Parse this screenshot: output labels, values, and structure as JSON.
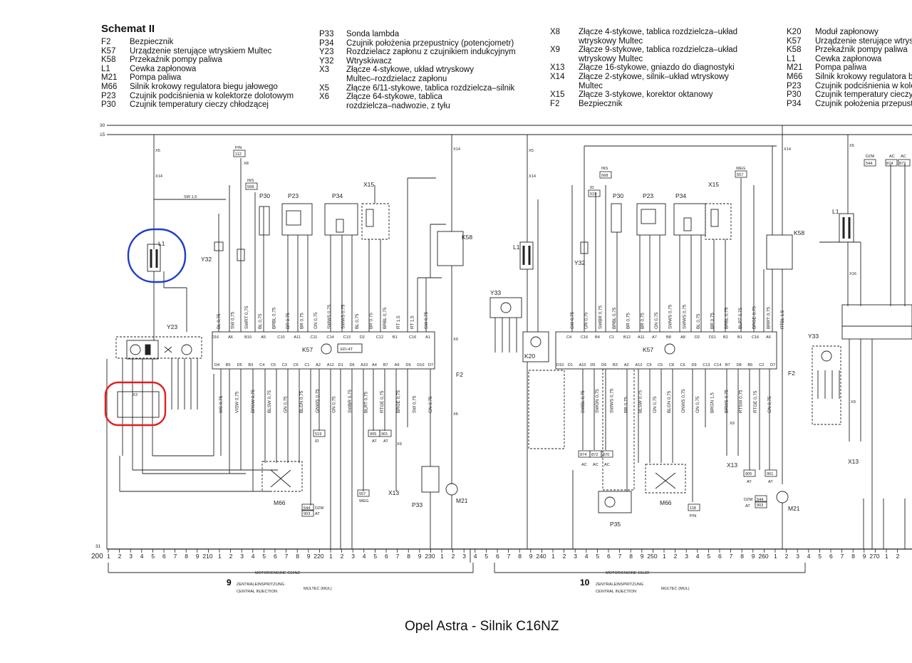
{
  "title": "Schemat II",
  "caption": "Opel Astra - Silnik C16NZ",
  "legend_left_a": [
    {
      "code": "F2",
      "text": "Bezpiecznik"
    },
    {
      "code": "K57",
      "text": "Urządzenie sterujące wtryskiem Multec"
    },
    {
      "code": "K58",
      "text": "Przekaźnik pompy paliwa"
    },
    {
      "code": "L1",
      "text": "Cewka zapłonowa"
    },
    {
      "code": "M21",
      "text": "Pompa paliwa"
    },
    {
      "code": "M66",
      "text": "Silnik krokowy regulatora biegu jałowego"
    },
    {
      "code": "P23",
      "text": "Czujnik podciśnienia w kolektorze dolotowym"
    },
    {
      "code": "P30",
      "text": "Czujnik temperatury cieczy chłodzącej"
    }
  ],
  "legend_left_b": [
    {
      "code": "P33",
      "text": "Sonda lambda"
    },
    {
      "code": "P34",
      "text": "Czujnik położenia przepustnicy (potencjometr)"
    },
    {
      "code": "Y23",
      "text": "Rozdzielacz zapłonu z czujnikiem indukcyjnym"
    },
    {
      "code": "Y32",
      "text": "Wtryskiwacz"
    },
    {
      "code": "X3",
      "text": "Złącze 4-stykowe, układ wtryskowy"
    },
    {
      "code": "",
      "text": "Multec–rozdzielacz zapłonu"
    },
    {
      "code": "X5",
      "text": "Złącze 6/11-stykowe, tablica rozdzielcza–silnik"
    },
    {
      "code": "X6",
      "text": "Złącze 64-stykowe, tablica"
    },
    {
      "code": "",
      "text": "rozdzielcza–nadwozie, z tyłu"
    }
  ],
  "legend_right_a": [
    {
      "code": "X8",
      "text": "Złącze 4-stykowe, tablica rozdzielcza–układ"
    },
    {
      "code": "",
      "text": "wtryskowy Multec"
    },
    {
      "code": "X9",
      "text": "Złącze 9-stykowe, tablica rozdzielcza–układ"
    },
    {
      "code": "",
      "text": "wtryskowy Multec"
    },
    {
      "code": "X13",
      "text": "Złącze 16-stykowe, gniazdo do diagnostyki"
    },
    {
      "code": "X14",
      "text": "Złącze 2-stykowe, silnik–układ wtryskowy"
    },
    {
      "code": "",
      "text": "Multec"
    },
    {
      "code": "X15",
      "text": "Złącze 3-stykowe, korektor oktanowy"
    },
    {
      "code": "F2",
      "text": "Bezpiecznik"
    }
  ],
  "legend_right_b": [
    {
      "code": "K20",
      "text": "Moduł zapłonowy"
    },
    {
      "code": "K57",
      "text": "Urządzenie sterujące wtrys"
    },
    {
      "code": "K58",
      "text": "Przekaźnik pompy paliwa"
    },
    {
      "code": "L1",
      "text": "Cewka zapłonowa"
    },
    {
      "code": "M21",
      "text": "Pompa paliwa"
    },
    {
      "code": "M66",
      "text": "Silnik krokowy regulatora b"
    },
    {
      "code": "P23",
      "text": "Czujnik podciśnienia w kole"
    },
    {
      "code": "P30",
      "text": "Czujnik temperatury cieczy"
    },
    {
      "code": "P34",
      "text": "Czujnik położenia przepust"
    }
  ],
  "rails": {
    "r30": "30",
    "r15": "15",
    "r31": "31"
  },
  "components_left": {
    "l1": "L1",
    "y23": "Y23",
    "y32": "Y32",
    "p30": "P30",
    "p23": "P23",
    "p34": "P34",
    "x15": "X15",
    "k58": "K58",
    "k57": "K57",
    "efi": "EFI-4T",
    "m66": "M66",
    "p33": "P33",
    "m21": "M21",
    "f2": "F2",
    "x3": "X3",
    "x5": "X5",
    "x14": "X14",
    "x8": "X8",
    "x9": "X9",
    "x13": "X13",
    "x6": "X6"
  },
  "components_right": {
    "l1": "L1",
    "y32": "Y32",
    "y33": "Y33",
    "k20": "K20",
    "p30": "P30",
    "p23": "P23",
    "p34": "P34",
    "x15": "X15",
    "k58": "K58",
    "k57": "K57",
    "m66": "M66",
    "p35": "P35",
    "m21": "M21",
    "f2": "F2",
    "x13": "X13",
    "x9": "X9",
    "x5": "X5",
    "x14": "X14"
  },
  "components_far": {
    "l1": "L1",
    "y33": "Y33",
    "x16": "X16",
    "x9": "X9",
    "x13": "X13",
    "x5": "X5"
  },
  "boxes": {
    "b112": "112",
    "b568": "568",
    "b519": "519",
    "b905": "905",
    "b901": "901",
    "b557": "557",
    "b544": "544",
    "b903": "903",
    "b874": "874",
    "b872": "872",
    "b870": "870",
    "b118": "118",
    "pn": "P/N",
    "id": "ID",
    "at": "AT",
    "ac": "AC",
    "weg": "WEG",
    "dzm": "DZM",
    "ins": "INS"
  },
  "wire_sw15": "SW 1,5",
  "ecu_left_top_pins": [
    "D16",
    "A6",
    "B10",
    "A5",
    "C10",
    "A11",
    "C11",
    "C14",
    "C13",
    "D2",
    "C12",
    "B1",
    "C16",
    "A1"
  ],
  "ecu_left_bottom_pins": [
    "D4",
    "B5",
    "D5",
    "B3",
    "C4",
    "C5",
    "C3",
    "C6",
    "C1",
    "A2",
    "A12",
    "D1",
    "D6",
    "A10",
    "A4",
    "B7",
    "A9",
    "D9",
    "D10",
    "D7"
  ],
  "ecu_right_top_pins": [
    "C4",
    "C16",
    "B4",
    "C1",
    "B12",
    "A11",
    "A7",
    "B8",
    "A8",
    "D2",
    "D11",
    "B2",
    "B1",
    "C16",
    "A6"
  ],
  "ecu_right_bottom_pins": [
    "D10",
    "D1",
    "A10",
    "D5",
    "D6",
    "B3",
    "A2",
    "A12",
    "C9",
    "C5",
    "C8",
    "C6",
    "D9",
    "C13",
    "C14",
    "B7",
    "D8",
    "B5",
    "C2",
    "D7"
  ],
  "wires_left_top": [
    "BL 0,75",
    "SW 0,75",
    "SWRT 0,75",
    "BL 0,75",
    "BRBL 0,75",
    "BR 0,75",
    "BR 0,75",
    "GN 0,75",
    "SWWS 0,75",
    "SWWS 0,75",
    "BL 0,75",
    "BR 0,75",
    "BRBL 0,75",
    "RT 1,5",
    "RT 1,5",
    "SW 0,75"
  ],
  "wires_left_bottom": [
    "WS 0,75",
    "VISW 0,75",
    "BRSW 0,75",
    "BLSW 0,75",
    "GN 0,75",
    "BLGN 0,75",
    "GNWS 0,75",
    "GN 0,75",
    "SWBR 0,75",
    "BLRT 0,75",
    "RTGE 0,75",
    "BRGE 0,75",
    "SW 0,75",
    "GN 0,75"
  ],
  "wires_right_top": [
    "SW 0,75",
    "GN 0,75",
    "SWBR 0,75",
    "BRBL 0,75",
    "BR 0,75",
    "BR 0,75",
    "GN 0,75",
    "SWWS 0,75",
    "SWWS 0,75",
    "BL 0,75",
    "BR 0,75",
    "BRBL 0,75",
    "BLRT 0,75",
    "BRGE 0,75",
    "BRRT 0,75",
    "RTBL 1,5"
  ],
  "wires_right_bottom": [
    "SWBL 0,75",
    "SWGN 0,75",
    "SWWS 0,75",
    "BR 0,75",
    "BLSW 0,75",
    "GN 0,75",
    "BLGN 0,75",
    "GNWS 0,75",
    "GN 0,75",
    "BRGN 1,5",
    "BRWS 0,75",
    "RTSW 0,75",
    "RTGE 0,75",
    "GN 0,75"
  ],
  "footer": {
    "left_start": "200",
    "left_num": "9",
    "left_motor": "MOTOR/ENGINE C16NZ",
    "left_l1": "ZENTRALEINSPRITZUNG",
    "left_l2": "CENTRAL INJECTION",
    "left_mul": "MULTEC (MUL)",
    "right_num": "10",
    "right_motor": "MOTOR/ENGINE 16LZ2",
    "right_l1": "ZENTRALEINSPRITZUNG",
    "right_l2": "CENTRAL INJECTION",
    "right_mul": "MULTEC (MUL)"
  },
  "footer_ticks": [
    "1",
    "2",
    "3",
    "4",
    "5",
    "6",
    "7",
    "8",
    "9",
    "210",
    "1",
    "2",
    "3",
    "4",
    "5",
    "6",
    "7",
    "8",
    "9",
    "220",
    "1",
    "2",
    "3",
    "4",
    "5",
    "6",
    "7",
    "8",
    "9",
    "230",
    "1",
    "2",
    "3",
    "4",
    "5",
    "6",
    "7",
    "8",
    "9",
    "240",
    "1",
    "2",
    "3",
    "4",
    "5",
    "6",
    "7",
    "8",
    "9",
    "250",
    "1",
    "2",
    "3",
    "4",
    "5",
    "6",
    "7",
    "8",
    "9",
    "260",
    "1",
    "2",
    "3",
    "4",
    "5",
    "6",
    "7",
    "8",
    "9",
    "270",
    "1",
    "2"
  ],
  "highlight_colors": {
    "coil_circle": "#1f3fc4",
    "x3_circle": "#e02020"
  }
}
